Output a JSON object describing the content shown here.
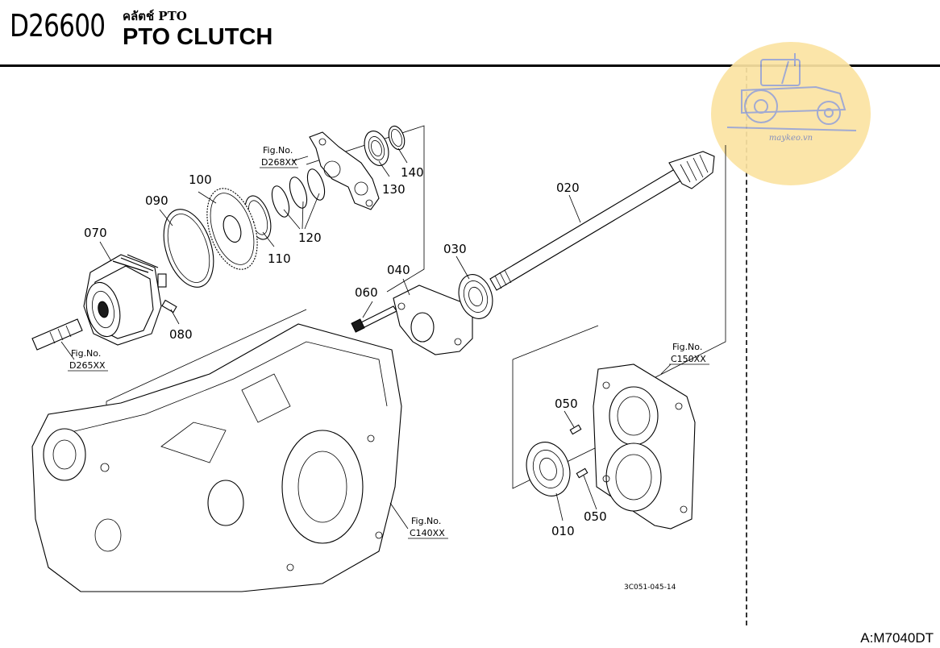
{
  "header": {
    "code": "D26600",
    "title_thai": "คลัตช์ PTO",
    "title": "PTO CLUTCH"
  },
  "watermark": {
    "text": "maykeo.vn",
    "icon": "tractor-logo-icon"
  },
  "callouts": {
    "p010": "010",
    "p020": "020",
    "p030": "030",
    "p040": "040",
    "p050a": "050",
    "p050b": "050",
    "p060": "060",
    "p070": "070",
    "p080": "080",
    "p090": "090",
    "p100": "100",
    "p110": "110",
    "p120": "120",
    "p130": "130",
    "p140": "140"
  },
  "fig_refs": {
    "d268": {
      "label": "Fig.No.",
      "code": "D268XX"
    },
    "d265": {
      "label": "Fig.No.",
      "code": "D265XX"
    },
    "c150": {
      "label": "Fig.No.",
      "code": "C150XX"
    },
    "c140": {
      "label": "Fig.No.",
      "code": "C140XX"
    }
  },
  "drawing_number": "3C051-045-14",
  "model_code": "A:M7040DT"
}
